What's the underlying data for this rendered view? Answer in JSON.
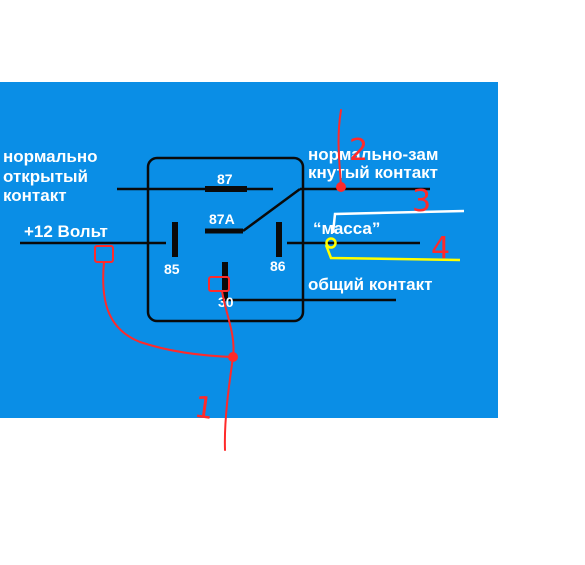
{
  "labels": {
    "left_top": [
      "нормально",
      "открытый",
      "контакт"
    ],
    "left_power": "+12 Вольт",
    "right_top": [
      "нормально-зам",
      "кнутый контакт"
    ],
    "right_ground": "“масса”",
    "right_common": "общий контакт"
  },
  "pins": {
    "p87": "87",
    "p87a": "87A",
    "p85": "85",
    "p86": "86",
    "p30": "30"
  },
  "annotations": {
    "n1": "1",
    "n2": "2",
    "n3": "3",
    "n4": "4"
  },
  "colors": {
    "panel": "#0a8ee6",
    "wire": "#0a0a0a",
    "annotation": "#ff2a2a",
    "highlight": "#ffff00"
  }
}
